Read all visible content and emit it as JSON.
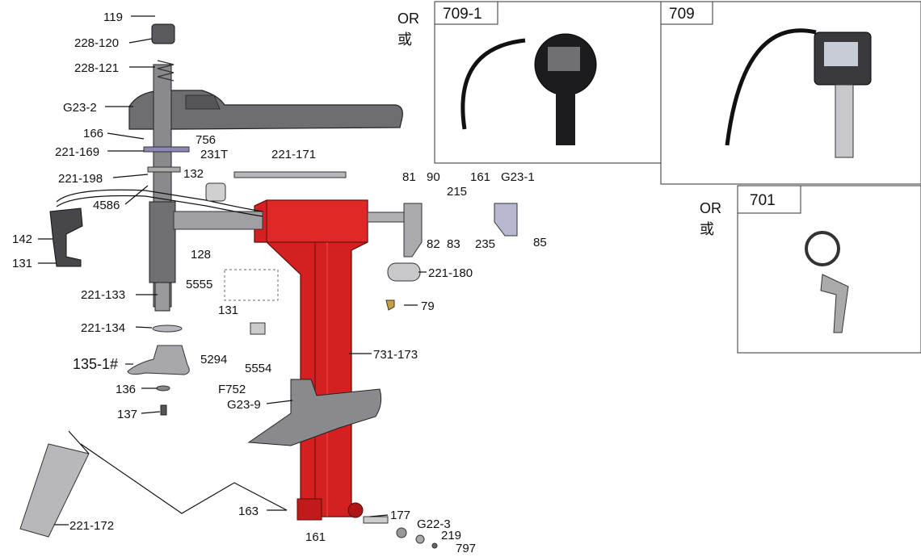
{
  "labels": {
    "l119": "119",
    "l228_120": "228-120",
    "l228_121": "228-121",
    "lG23_2": "G23-2",
    "l166": "166",
    "l756": "756",
    "l221_169": "221-169",
    "l231T": "231T",
    "l221_171": "221-171",
    "l221_198": "221-198",
    "l132": "132",
    "l4586": "4586",
    "l142": "142",
    "l131a": "131",
    "l128": "128",
    "l221_133": "221-133",
    "l5555": "5555",
    "l131b": "131",
    "l221_134": "221-134",
    "l5294": "5294",
    "l5554": "5554",
    "l135_1": "135-1#",
    "lF752": "F752",
    "l136": "136",
    "lG23_9": "G23-9",
    "l137": "137",
    "l731_173": "731-173",
    "l81": "81",
    "l90": "90",
    "l161a": "161",
    "lG23_1": "G23-1",
    "l215": "215",
    "l82": "82",
    "l83": "83",
    "l235": "235",
    "l85": "85",
    "l221_180": "221-180",
    "l79": "79",
    "l221_172": "221-172",
    "l163": "163",
    "l161b": "161",
    "l177": "177",
    "lG22_3": "G22-3",
    "l219": "219",
    "l797": "797"
  },
  "options": {
    "or1": "OR",
    "or1_cn": "或",
    "box709_1": "709-1",
    "box709": "709",
    "or2": "OR",
    "or2_cn": "或",
    "box701": "701"
  },
  "colors": {
    "column_red": "#d42020",
    "column_dark": "#8e1010",
    "arm_gray": "#6e6e72",
    "steel": "#9a9a9e"
  }
}
